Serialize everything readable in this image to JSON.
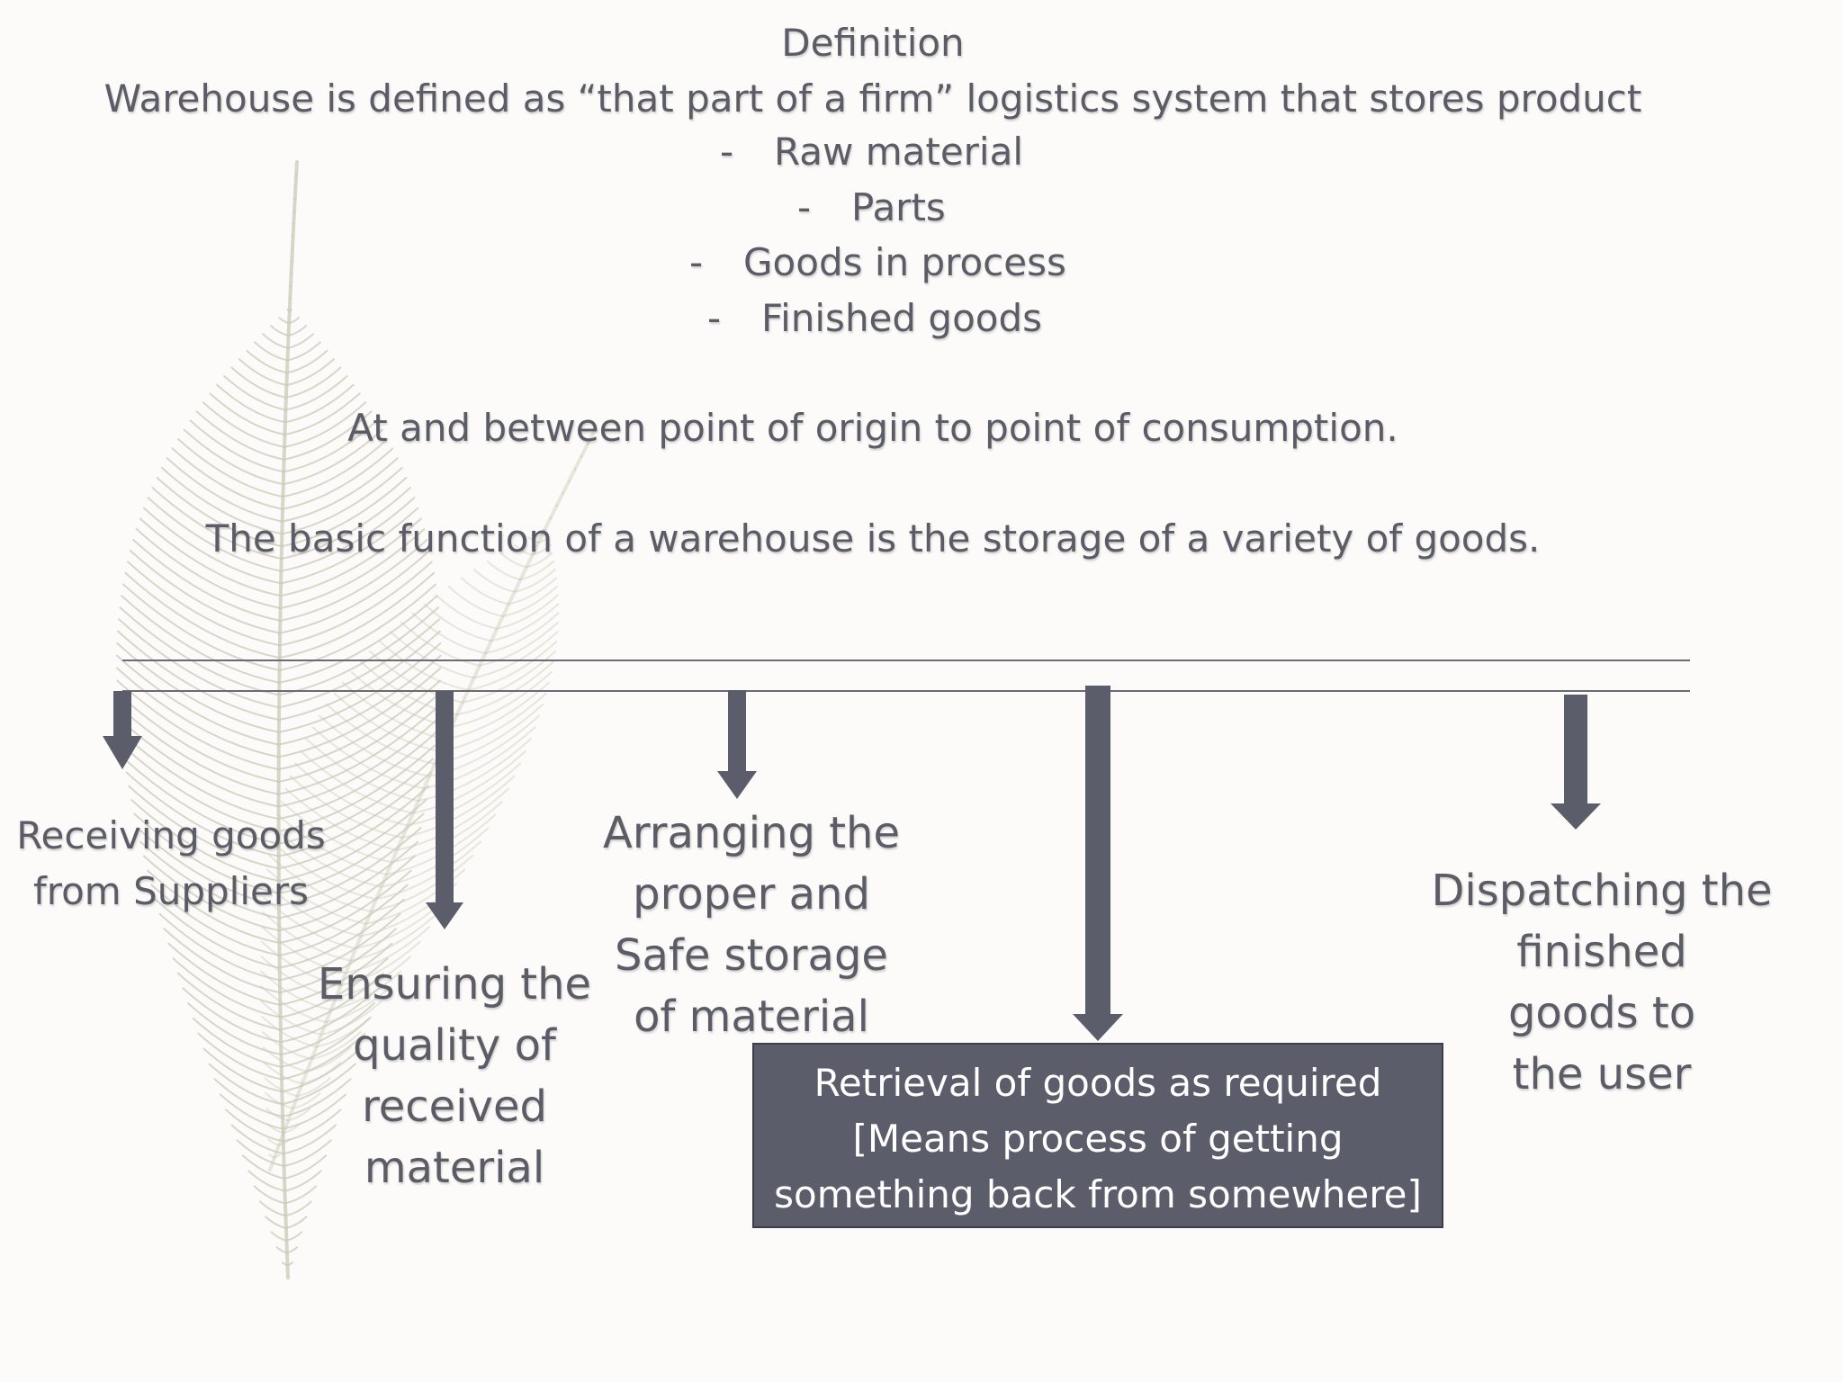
{
  "definition": {
    "title": "Definition",
    "text": "Warehouse is defined as “that part of a firm” logistics system that stores product",
    "bullets": [
      {
        "dash": "-",
        "label": "Raw material"
      },
      {
        "dash": "-",
        "label": "Parts"
      },
      {
        "dash": "-",
        "label": "Goods in process"
      },
      {
        "dash": "-",
        "label": "Finished goods"
      }
    ],
    "origin_text": "At and between point of origin to point of consumption.",
    "function_text": "The basic function of a warehouse is the storage of a variety of goods."
  },
  "functions": {
    "receiving": "Receiving goods\nfrom Suppliers",
    "quality": "Ensuring the\nquality of\nreceived\nmaterial",
    "storage": "Arranging the\nproper and\nSafe storage\nof material",
    "retrieval": "Retrieval of goods as required\n[Means process of getting\nsomething back from somewhere]",
    "dispatch": "Dispatching the\nfinished\ngoods to\nthe user"
  },
  "colors": {
    "text": "#5b5c66",
    "arrow": "#5c5d6b",
    "box_fill": "#5c5d6b",
    "box_text": "#ffffff",
    "feather": "#c9cbb8",
    "background": "#fcfbf9"
  }
}
